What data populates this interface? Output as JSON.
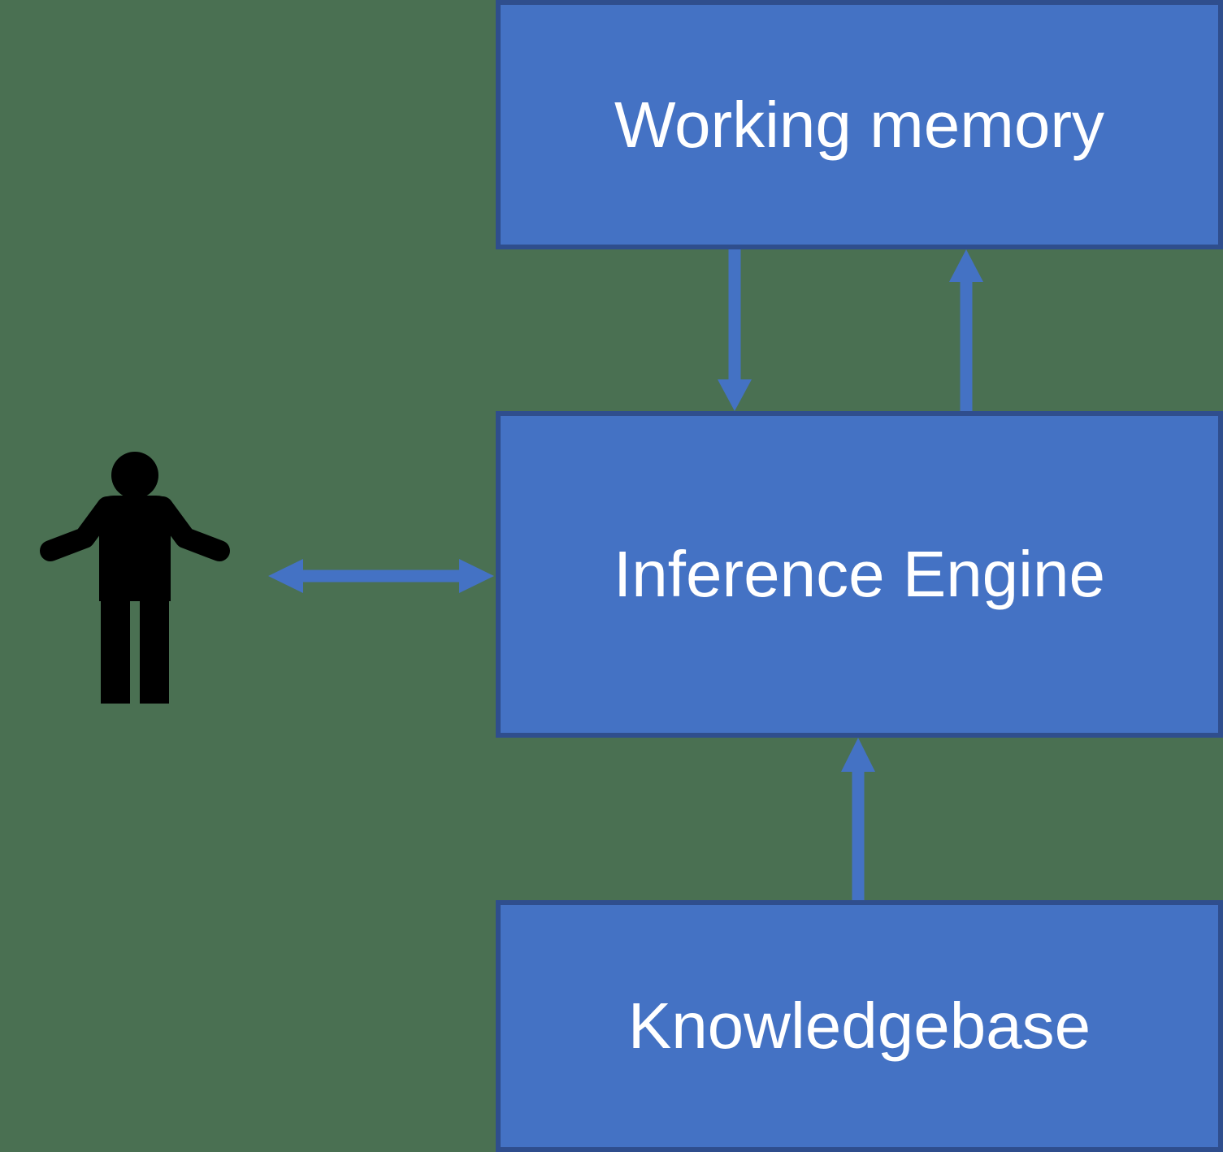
{
  "colors": {
    "background": "#4A7052",
    "box-fill": "#4472C4",
    "box-border": "#2F4E8D",
    "arrow": "#4472C4",
    "text": "#FFFFFF",
    "person": "#000000"
  },
  "diagram": {
    "boxes": {
      "working_memory": {
        "label": "Working memory"
      },
      "inference_engine": {
        "label": "Inference Engine"
      },
      "knowledgebase": {
        "label": "Knowledgebase"
      }
    }
  }
}
